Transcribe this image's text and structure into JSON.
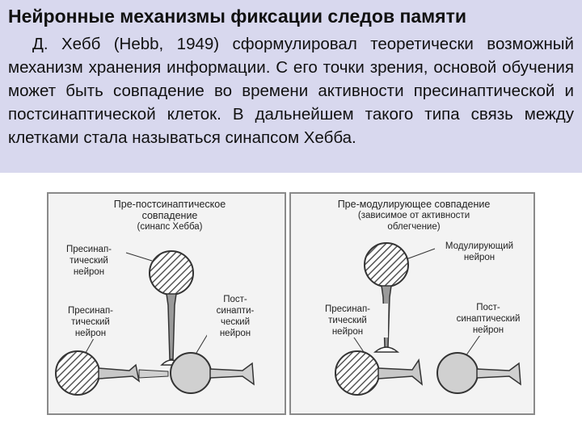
{
  "slide": {
    "title": "Нейронные механизмы фиксации следов памяти",
    "paragraph": "Д. Хебб (Hebb, 1949) сформулировал теоретически возможный механизм хранения информации. С его точки зрения, основой обучения может быть совпадение во времени активности пресинаптической и постсинаптической клеток. В дальнейшем такого типа связь между клетками стала называться синапсом Хебба."
  },
  "figure": {
    "left_panel": {
      "title_line1": "Пре-постсинаптическое",
      "title_line2": "совпадение",
      "title_line3": "(синапс Хебба)",
      "presyn_top_line1": "Пресинап-",
      "presyn_top_line2": "тический",
      "presyn_top_line3": "нейрон",
      "postsyn_line1": "Пост-",
      "postsyn_line2": "синапти-",
      "postsyn_line3": "ческий",
      "postsyn_line4": "нейрон",
      "presyn_bottom_line1": "Пресинап-",
      "presyn_bottom_line2": "тический",
      "presyn_bottom_line3": "нейрон"
    },
    "right_panel": {
      "title_line1": "Пре-модулирующее совпадение",
      "title_line2": "(зависимое от активности",
      "title_line3": "облегчение)",
      "modulating_line1": "Модулирующий",
      "modulating_line2": "нейрон",
      "presyn_line1": "Пресинап-",
      "presyn_line2": "тический",
      "presyn_line3": "нейрон",
      "postsyn_line1": "Пост-",
      "postsyn_line2": "синаптический",
      "postsyn_line3": "нейрон"
    }
  }
}
